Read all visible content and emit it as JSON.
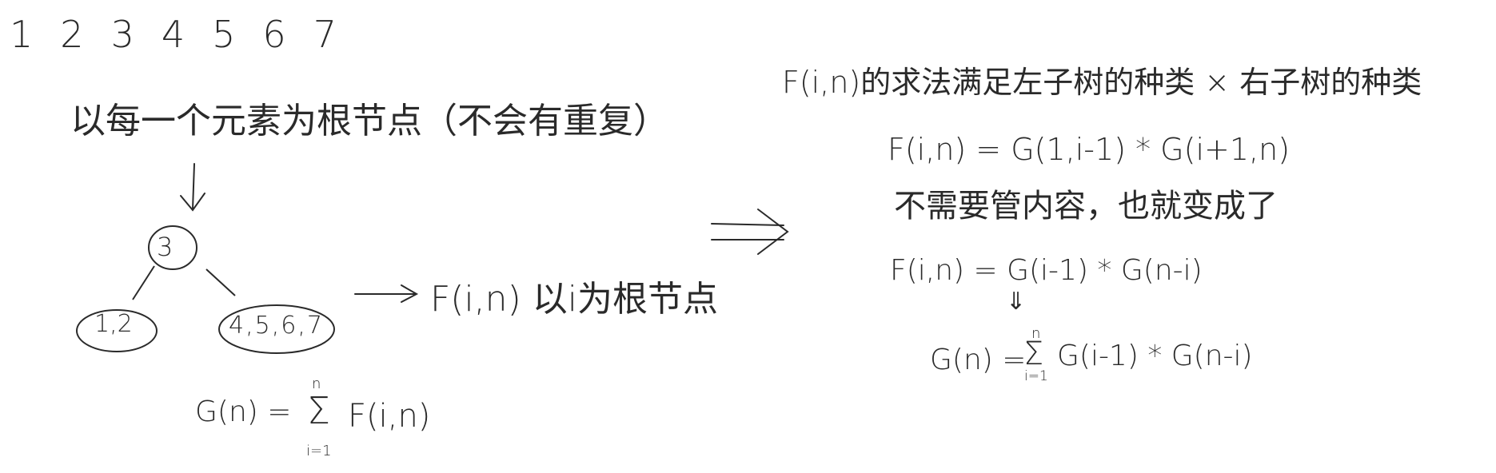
{
  "digits": [
    "1",
    "2",
    "3",
    "4",
    "5",
    "6",
    "7"
  ],
  "left_title": "以每一个元素为根节点（不会有重复）",
  "tree": {
    "root": "3",
    "left_child": "1,2",
    "right_child": "4,5,6,7"
  },
  "f_label": "F(i,n) 以i为根节点",
  "gn_formula": {
    "lhs": "G(n) =",
    "sum_upper": "n",
    "sum_sigma": "Σ",
    "sum_lower": "i=1",
    "term": "F(i,n)"
  },
  "right": {
    "title": "F(i,n)的求法满足左子树的种类 × 右子树的种类",
    "eq1": "F(i,n) = G(1,i-1) * G(i+1,n)",
    "note": "不需要管内容，也就变成了",
    "eq2": "F(i,n) = G(i-1) * G(n-i)",
    "double_arrow": "⇓",
    "eq3": {
      "lhs": "G(n) =",
      "sum_upper": "n",
      "sum_sigma": "Σ",
      "sum_lower": "i=1",
      "term": "G(i-1) * G(n-i)"
    }
  }
}
